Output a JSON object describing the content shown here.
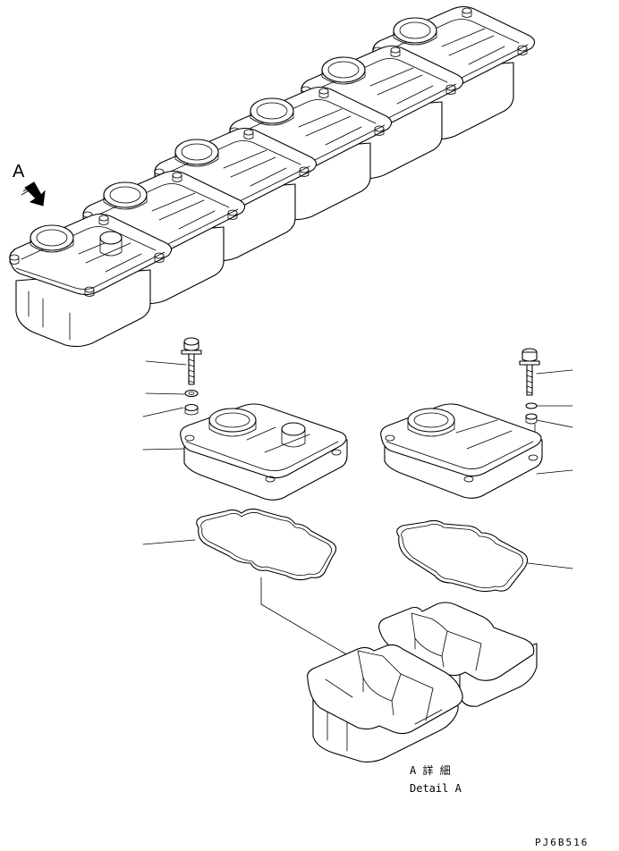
{
  "view_marker": {
    "label": "A"
  },
  "detail_caption": {
    "japanese": "A 詳 細",
    "english": "Detail A"
  },
  "drawing_code": "PJ6B516"
}
